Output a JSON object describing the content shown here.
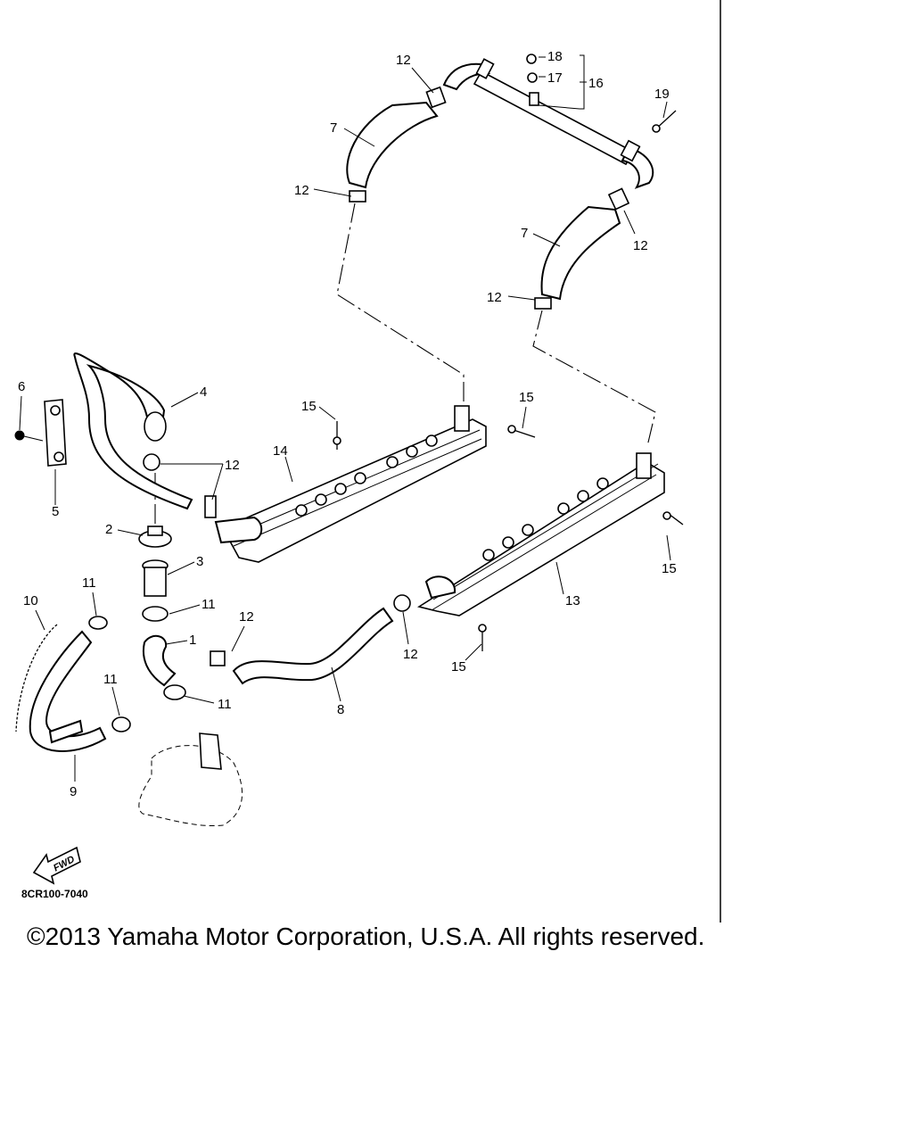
{
  "callouts": {
    "c1": "1",
    "c2": "2",
    "c3": "3",
    "c4": "4",
    "c5": "5",
    "c6": "6",
    "c7a": "7",
    "c7b": "7",
    "c8": "8",
    "c9": "9",
    "c10": "10",
    "c11a": "11",
    "c11b": "11",
    "c11c": "11",
    "c11d": "11",
    "c12a": "12",
    "c12b": "12",
    "c12c": "12",
    "c12d": "12",
    "c12e": "12",
    "c12f": "12",
    "c12g": "12",
    "c13": "13",
    "c14": "14",
    "c15a": "15",
    "c15b": "15",
    "c15c": "15",
    "c15d": "15",
    "c16": "16",
    "c17": "17",
    "c18": "18",
    "c19": "19"
  },
  "diagram_code": "8CR100-7040",
  "fwd_label": "FWD",
  "copyright": "©2013 Yamaha Motor Corporation, U.S.A. All rights reserved."
}
